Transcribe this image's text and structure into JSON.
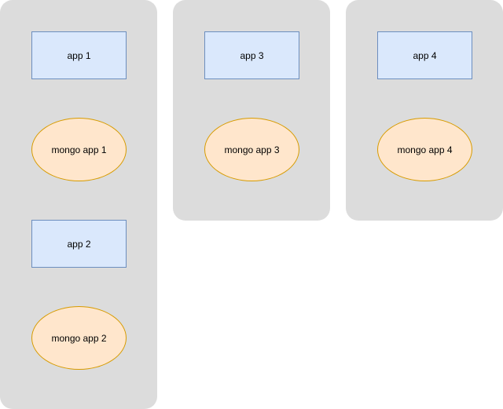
{
  "colors": {
    "group_fill": "#dcdcdc",
    "app_fill": "#dae8fc",
    "app_stroke": "#6c8ebf",
    "db_fill": "#ffe6cc",
    "db_stroke": "#d79b00"
  },
  "groups": [
    {
      "nodes": [
        {
          "shape": "rectangle",
          "label": "app 1"
        },
        {
          "shape": "ellipse",
          "label": "mongo app 1"
        },
        {
          "shape": "rectangle",
          "label": "app 2"
        },
        {
          "shape": "ellipse",
          "label": "mongo app 2"
        }
      ]
    },
    {
      "nodes": [
        {
          "shape": "rectangle",
          "label": "app 3"
        },
        {
          "shape": "ellipse",
          "label": "mongo app 3"
        }
      ]
    },
    {
      "nodes": [
        {
          "shape": "rectangle",
          "label": "app 4"
        },
        {
          "shape": "ellipse",
          "label": "mongo app 4"
        }
      ]
    }
  ]
}
